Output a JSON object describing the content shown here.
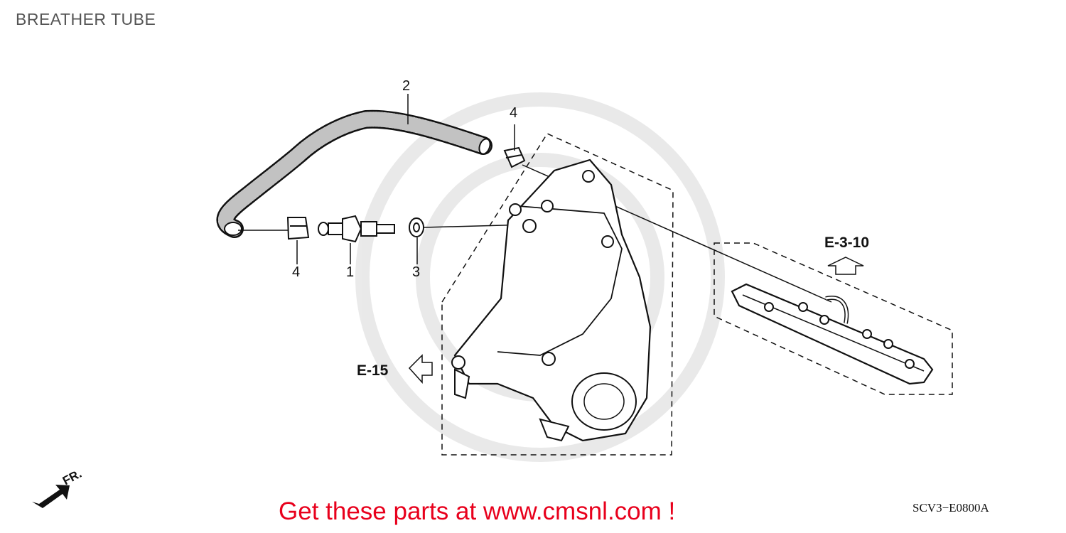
{
  "header": {
    "title": "BREATHER TUBE"
  },
  "callouts": {
    "c1": "1",
    "c2": "2",
    "c3": "3",
    "c4_top": "4",
    "c4_left": "4"
  },
  "refs": {
    "upper": "E-3-10",
    "left": "E-15"
  },
  "direction": "FR.",
  "footer": {
    "banner": "Get these parts at www.cmsnl.com !",
    "code": "SCV3−E0800A"
  },
  "colors": {
    "banner": "#e8001c",
    "title": "#555555",
    "lines": "#111111"
  }
}
